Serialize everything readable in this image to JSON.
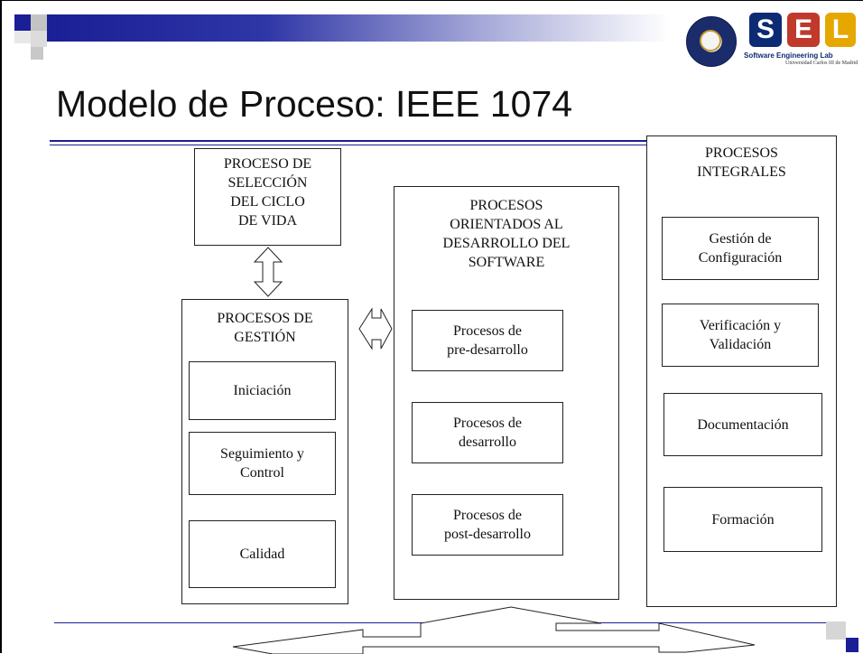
{
  "slide": {
    "title": "Modelo de Proceso: IEEE 1074",
    "accent_color": "#1a1f95"
  },
  "logos": {
    "university_seal": "university-seal-logo",
    "lab_letters": [
      "S",
      "E",
      "L"
    ],
    "lab_letter_colors": [
      "#0d2a74",
      "#c0392b",
      "#e6a800"
    ],
    "lab_name": "Software Engineering Lab",
    "lab_university": "Universidad Carlos III de Madrid"
  },
  "seleccion": {
    "title": "PROCESO DE\nSELECCIÓN\nDEL CICLO\nDE VIDA"
  },
  "gestion": {
    "title": "PROCESOS DE\nGESTIÓN",
    "items": [
      "Iniciación",
      "Seguimiento y\nControl",
      "Calidad"
    ]
  },
  "desarrollo": {
    "title": "PROCESOS\nORIENTADOS AL\nDESARROLLO DEL\nSOFTWARE",
    "items": [
      "Procesos de\npre-desarrollo",
      "Procesos de\ndesarrollo",
      "Procesos de\npost-desarrollo"
    ]
  },
  "integrales": {
    "title": "PROCESOS\nINTEGRALES",
    "items": [
      "Gestión de\nConfiguración",
      "Verificación y\nValidación",
      "Documentación",
      "Formación"
    ]
  }
}
